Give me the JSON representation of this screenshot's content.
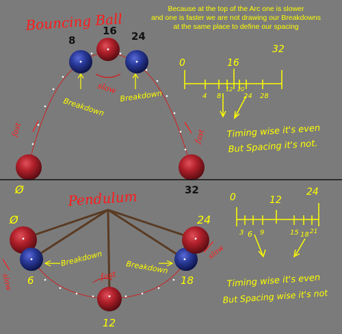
{
  "notes": {
    "header_line1": "Because at the top of the Arc one is slower",
    "header_line2": "and one is faster we are not drawing our Breakdowns",
    "header_line3": "at the same place to define our spacing"
  },
  "bouncing_ball": {
    "title": "Bouncing Ball",
    "frame_labels": [
      "16",
      "8",
      "24",
      "Ø",
      "32"
    ],
    "breakdown_left": "Breakdown",
    "breakdown_right": "Breakdown",
    "slow_label": "slow",
    "fast_left": "fast",
    "fast_right": "fast",
    "timeline": {
      "top_labels": [
        "0",
        "16",
        "32"
      ],
      "bottom_labels": [
        "4",
        "8",
        "12",
        "20",
        "24",
        "28"
      ],
      "note_line1": "Timing wise it's even",
      "note_line2": "But Spacing it's not."
    }
  },
  "pendulum": {
    "title": "Pendulum",
    "frame_labels": [
      "Ø",
      "24",
      "6",
      "18",
      "12"
    ],
    "breakdown_left": "Breakdown",
    "breakdown_right": "Breakdown",
    "fast_label": "fast",
    "slow_left": "slow",
    "slow_right": "slow",
    "timeline": {
      "top_labels": [
        "0",
        "12",
        "24"
      ],
      "bottom_labels": [
        "3",
        "6",
        "9",
        "15",
        "18",
        "21"
      ],
      "note_line1": "Timing wise it's even",
      "note_line2": "But Spacing wise it's not"
    }
  },
  "colors": {
    "background": "#7b7b7b",
    "red_ball": "#b0202a",
    "blue_ball": "#2a3a9a",
    "annotation_yellow": "#ffff00",
    "annotation_red": "#ff1a1a",
    "string_brown": "#5a3a22"
  }
}
